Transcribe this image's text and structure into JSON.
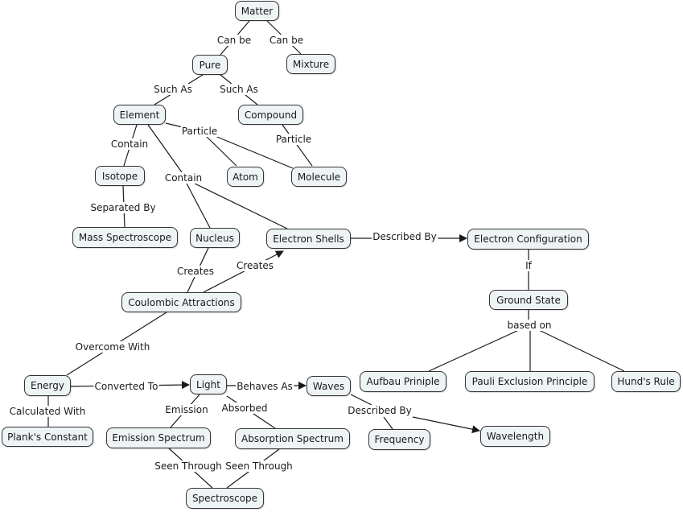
{
  "concept_map": {
    "title": "Matter",
    "nodes": {
      "matter": "Matter",
      "pure": "Pure",
      "mixture": "Mixture",
      "element": "Element",
      "compound": "Compound",
      "isotope": "Isotope",
      "atom": "Atom",
      "molecule": "Molecule",
      "mass_spectroscope": "Mass Spectroscope",
      "nucleus": "Nucleus",
      "electron_shells": "Electron Shells",
      "electron_configuration": "Electron Configuration",
      "ground_state": "Ground State",
      "coulombic_attractions": "Coulombic Attractions",
      "aufbau": "Aufbau Priniple",
      "pauli": "Pauli Exclusion Principle",
      "hunds": "Hund's Rule",
      "energy": "Energy",
      "light": "Light",
      "waves": "Waves",
      "planks_constant": "Plank's Constant",
      "emission_spectrum": "Emission Spectrum",
      "absorption_spectrum": "Absorption Spectrum",
      "frequency": "Frequency",
      "wavelength": "Wavelength",
      "spectroscope": "Spectroscope"
    },
    "links": {
      "matter_pure": "Can be",
      "matter_mixture": "Can be",
      "pure_element": "Such As",
      "pure_compound": "Such As",
      "element_isotope": "Contain",
      "element_particle": "Particle",
      "compound_molecule": "Particle",
      "element_contain": "Contain",
      "isotope_mass": "Separated By",
      "shells_config": "Described By",
      "config_ground": "If",
      "ground_based": "based on",
      "nucleus_coulombic": "Creates",
      "coulombic_shells": "Creates",
      "coulombic_energy": "Overcome With",
      "energy_light": "Converted To",
      "energy_plank": "Calculated With",
      "light_waves": "Behaves As",
      "light_emission": "Emission",
      "light_absorbed": "Absorbed",
      "waves_described": "Described By",
      "emission_seen": "Seen Through",
      "absorption_seen": "Seen Through"
    }
  }
}
